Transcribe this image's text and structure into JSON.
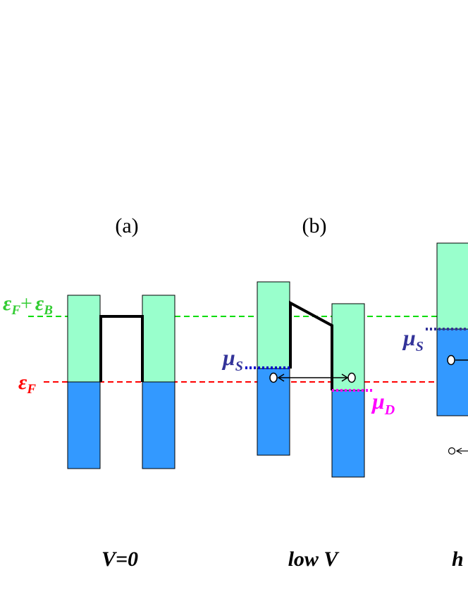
{
  "colors": {
    "empty_states": "#99ffcc",
    "filled_states": "#3399ff",
    "fermi_line": "#ff0000",
    "barrier_line": "#00dd00",
    "mu_s": "#333399",
    "mu_d": "#ff00ff",
    "outline": "#000000"
  },
  "panels": [
    {
      "label": "(a)",
      "bias": "V=0"
    },
    {
      "label": "(b)",
      "bias": "low V"
    },
    {
      "label": "",
      "bias": "h"
    }
  ],
  "levels": {
    "fermi": {
      "symbol": "ε",
      "sub": "F"
    },
    "barrier": {
      "symbol_1": "ε",
      "sub_1": "F",
      "plus": "+",
      "symbol_2": "ε",
      "sub_2": "B"
    },
    "mu_source": {
      "symbol": "μ",
      "sub": "S"
    },
    "mu_drain": {
      "symbol": "μ",
      "sub": "D"
    }
  }
}
